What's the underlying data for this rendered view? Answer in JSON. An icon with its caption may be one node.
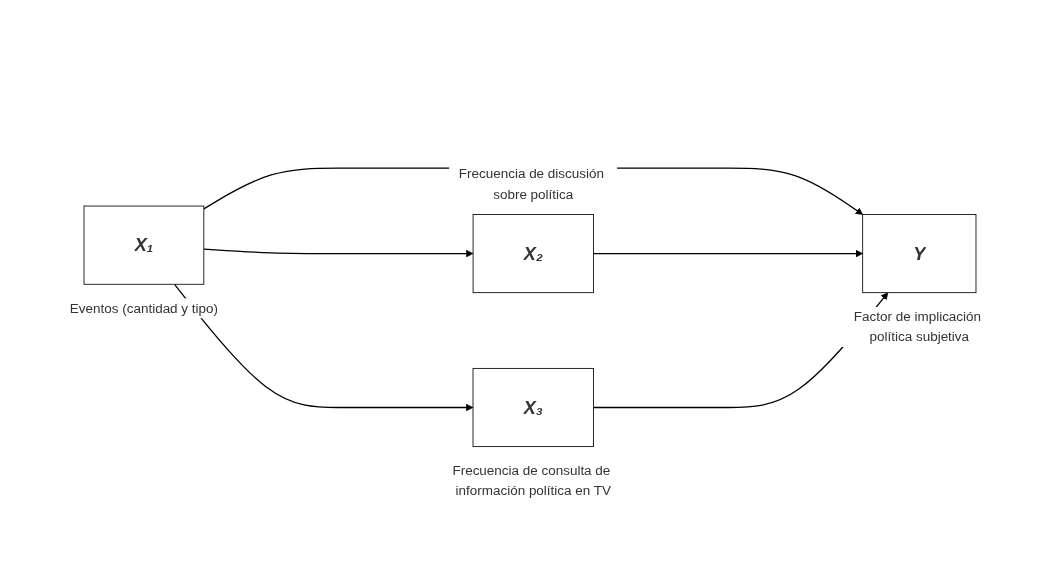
{
  "diagram": {
    "nodes": [
      {
        "text": [
          "X₁"
        ],
        "beside": [
          "Eventos (cantidad y tipo)"
        ]
      },
      {
        "text": [
          "X₂"
        ],
        "beside": [
          "Frecuencia de discusión sobre política"
        ]
      },
      {
        "text": [
          "X₃"
        ],
        "beside": [
          "Frecuencia de consulta de información política en TV"
        ]
      },
      {
        "text": [
          "Y"
        ],
        "beside": [
          "Factor de implicación política subjetiva"
        ]
      }
    ],
    "edges": [
      {
        "from": 0,
        "to": 1,
        "arrow": "to"
      },
      {
        "from": 0,
        "to": 2,
        "arrow": "to"
      },
      {
        "from": 0,
        "to": 3,
        "arrow": "to"
      },
      {
        "from": 1,
        "to": 3,
        "arrow": "to"
      },
      {
        "from": 2,
        "to": 3,
        "arrow": "to"
      }
    ]
  }
}
